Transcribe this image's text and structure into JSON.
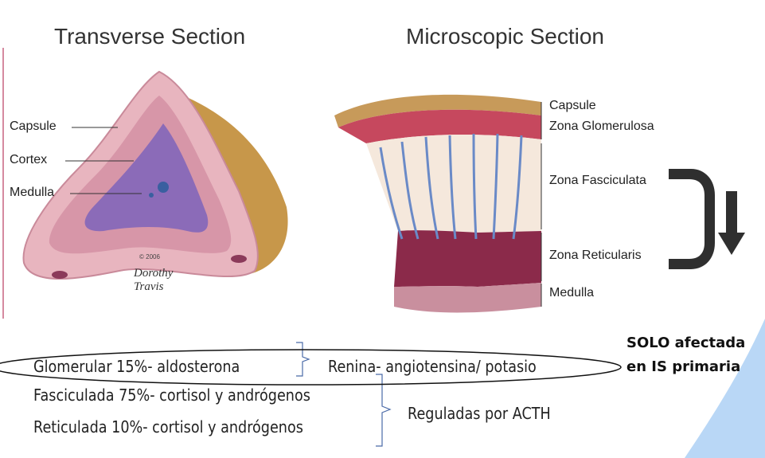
{
  "figure": {
    "left_title": "Transverse Section",
    "right_title": "Microscopic Section",
    "left_labels": [
      "Capsule",
      "Cortex",
      "Medulla"
    ],
    "right_labels": [
      "Capsule",
      "Zona Glomerulosa",
      "Zona Fasciculata",
      "Zona Reticularis",
      "Medulla"
    ],
    "copyright": "© 2006",
    "signature": "Dorothy Travis"
  },
  "table": {
    "row1_zone": "Glomerular 15%- aldosterona",
    "row1_regulation": "Renina- angiotensina/ potasio",
    "row2_zone": "Fasciculada 75%- cortisol y andrógenos",
    "row3_zone": "Reticulada 10%- cortisol y andrógenos",
    "acth_regulation": "Reguladas por ACTH"
  },
  "note": {
    "line1": "SOLO afectada",
    "line2": "en IS primaria"
  },
  "colors": {
    "accent_blue": "#b9d7f6",
    "bracket": "#2f2f2f",
    "capsule_fat": "#c7974a",
    "cortex": "#e0a9b3",
    "medulla": "#8b6bb8"
  }
}
